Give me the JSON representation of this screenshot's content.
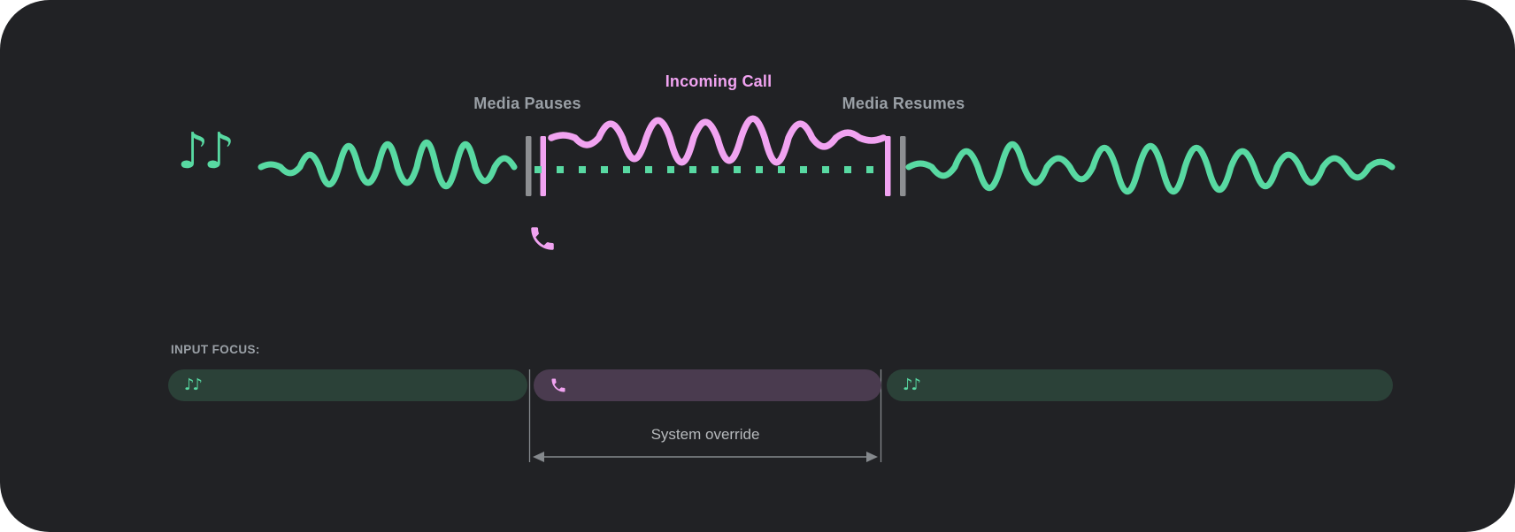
{
  "colors": {
    "panel_bg": "#212225",
    "media_green": "#58d9a2",
    "call_pink": "#f1a3f1",
    "bar_green_fill": "#2b4138",
    "bar_purple_fill": "#4a3b4f",
    "marker_gray": "#8d8f92",
    "label_gray": "#9aa0a6",
    "annotation_gray": "#b7babd",
    "arrow_gray": "#85898d"
  },
  "timeline": {
    "media_pauses": "Media Pauses",
    "incoming_call": "Incoming Call",
    "media_resumes": "Media Resumes",
    "music_glyph": "♪♪"
  },
  "input_focus": {
    "heading": "INPUT FOCUS:",
    "segments": [
      {
        "type": "media",
        "icon": "music-notes-icon"
      },
      {
        "type": "call",
        "icon": "phone-icon"
      },
      {
        "type": "media",
        "icon": "music-notes-icon"
      }
    ],
    "annotation": "System override"
  }
}
